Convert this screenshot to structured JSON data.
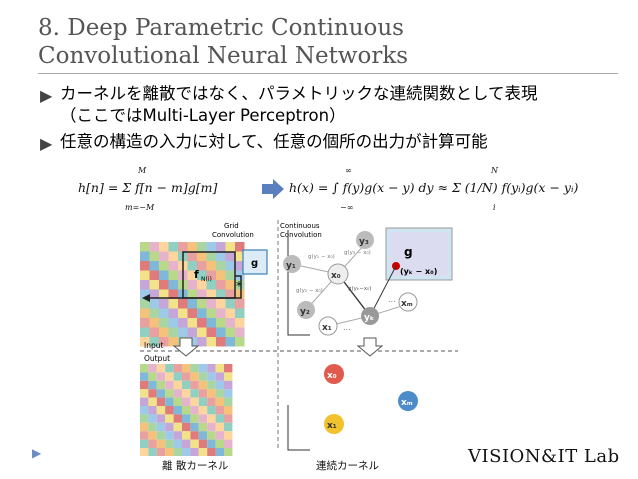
{
  "slide": {
    "title_line1": "8. Deep Parametric Continuous",
    "title_line2": "Convolutional Neural Networks",
    "bullets": [
      {
        "line1": "カーネルを離散ではなく、パラメトリックな連続関数として表現",
        "line2": "（ここではMulti-Layer Perceptron）"
      },
      {
        "line1": "任意の構造の入力に対して、任意の個所の出力が計算可能"
      }
    ],
    "eq_left": "h[n] = Σ f[n − m]g[m]",
    "eq_left_sum_top": "M",
    "eq_left_sum_bottom": "m=−M",
    "eq_right": "h(x) = ∫ f(y)g(x − y) dy ≈ Σ (1/N) f(yᵢ)g(x − yᵢ)",
    "eq_right_int_top": "∞",
    "eq_right_int_bottom": "−∞",
    "eq_right_sum_top": "N",
    "eq_right_sum_bottom": "i",
    "figure": {
      "grid_label": "Grid\nConvolution",
      "continuous_label": "Continuous\nConvolution",
      "input_label": "Input",
      "output_label": "Output",
      "f_label": "f",
      "f_sub": "N(i)",
      "g_label": "g",
      "star": "*",
      "nodes": [
        "y1",
        "y2",
        "y3",
        "x0",
        "yk",
        "xm",
        "x1"
      ],
      "node_labels": {
        "y1": "y₁",
        "y2": "y₂",
        "y3": "y₃",
        "x0": "x₀",
        "yk": "yₖ",
        "xm": "xₘ",
        "x1": "x₁"
      },
      "edge_labels": {
        "e1": "g(y₁ − x₀)",
        "e2": "g(y₃ − x₀)",
        "e3": "g(y₂ − x₀)",
        "e4": "g(yₖ−x₀)"
      },
      "inset_label": "(yₖ − x₀)",
      "dots": "...",
      "output_nodes": {
        "x0": "x₀",
        "xm": "xₘ",
        "x1": "x₁"
      }
    },
    "caption_left": "離 散カーネル",
    "caption_right": "連続カーネル",
    "logo": "VISION&IT Lab"
  }
}
